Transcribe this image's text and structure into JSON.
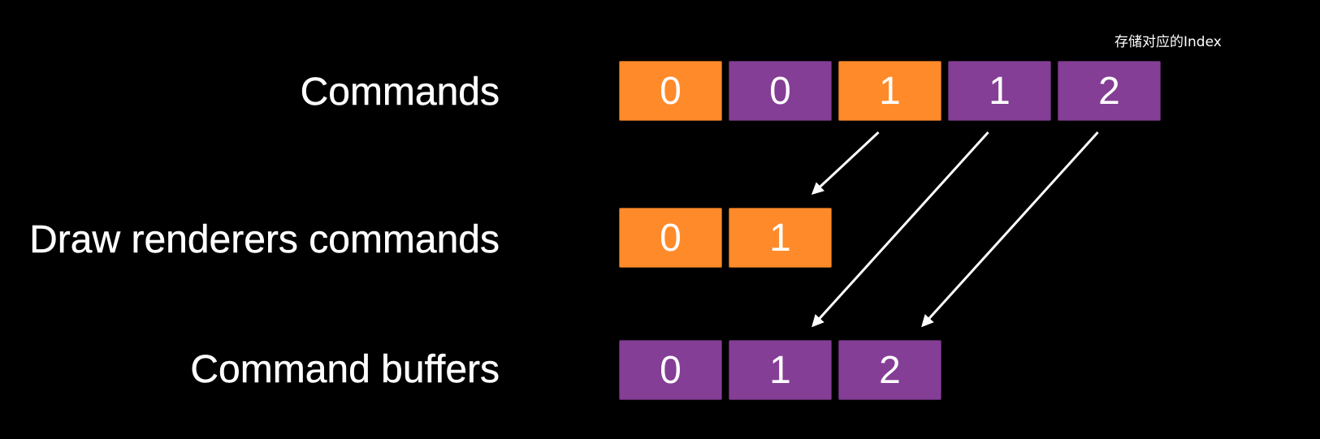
{
  "colors": {
    "background": "#000000",
    "orange": "#FF8A2A",
    "purple": "#843E96",
    "text": "#FFFFFF",
    "arrow": "#FFFFFF"
  },
  "labels": {
    "commands": "Commands",
    "draw_renderers": "Draw renderers commands",
    "command_buffers": "Command buffers"
  },
  "note": "存储对应的Index",
  "rows": {
    "commands": [
      {
        "value": "0",
        "type": "orange"
      },
      {
        "value": "0",
        "type": "purple"
      },
      {
        "value": "1",
        "type": "orange"
      },
      {
        "value": "1",
        "type": "purple"
      },
      {
        "value": "2",
        "type": "purple"
      }
    ],
    "draw_renderers": [
      {
        "value": "0",
        "type": "orange"
      },
      {
        "value": "1",
        "type": "orange"
      }
    ],
    "command_buffers": [
      {
        "value": "0",
        "type": "purple"
      },
      {
        "value": "1",
        "type": "purple"
      },
      {
        "value": "2",
        "type": "purple"
      }
    ]
  },
  "arrows": [
    {
      "from": "commands.2",
      "to": "draw_renderers.1"
    },
    {
      "from": "commands.3",
      "to": "command_buffers.1"
    },
    {
      "from": "commands.4",
      "to": "command_buffers.2"
    }
  ]
}
